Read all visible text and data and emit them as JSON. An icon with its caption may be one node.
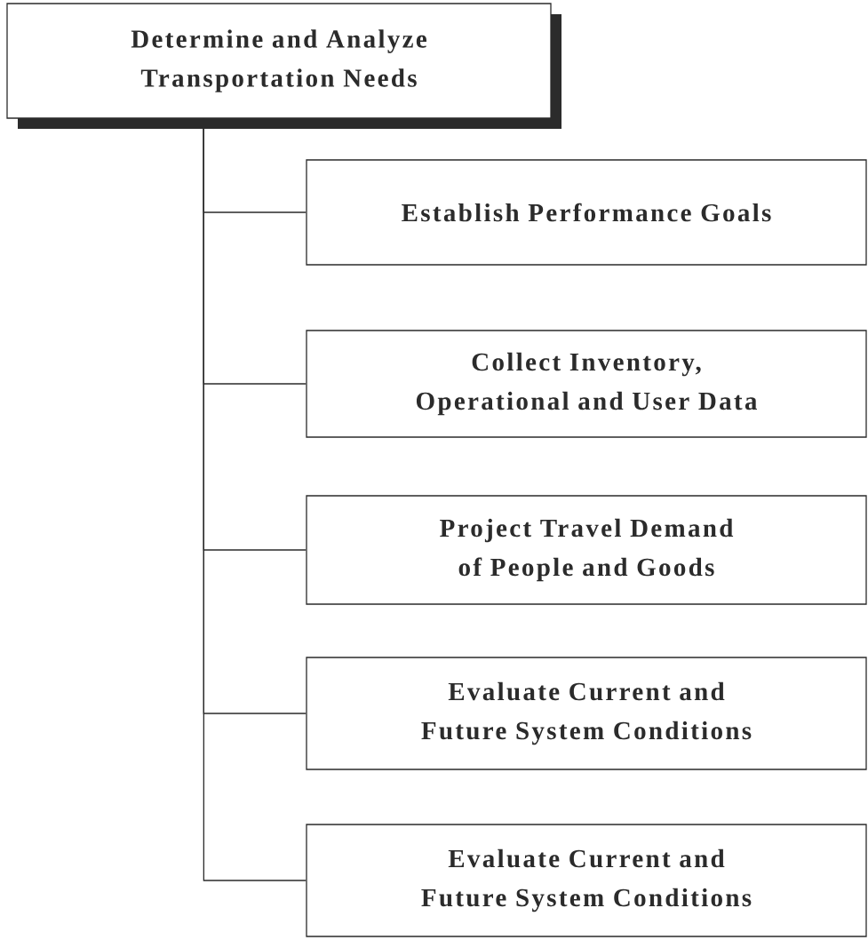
{
  "diagram": {
    "nodes": [
      {
        "text": [
          "Determine and Analyze Transportation Needs"
        ]
      },
      {
        "text": [
          "Establish Performance Goals"
        ]
      },
      {
        "text": [
          "Collect Inventory, Operational and User Data"
        ]
      },
      {
        "text": [
          "Project Travel Demand of People and Goods"
        ]
      },
      {
        "text": [
          "Evaluate Current and Future System Conditions"
        ]
      },
      {
        "text": [
          "Evaluate Current and Future System Conditions"
        ]
      }
    ],
    "edges": [
      {
        "from": 0,
        "to": 1,
        "arrow": "none"
      },
      {
        "from": 0,
        "to": 2,
        "arrow": "none"
      },
      {
        "from": 0,
        "to": 3,
        "arrow": "none"
      },
      {
        "from": 0,
        "to": 4,
        "arrow": "none"
      },
      {
        "from": 0,
        "to": 5,
        "arrow": "none"
      }
    ]
  }
}
